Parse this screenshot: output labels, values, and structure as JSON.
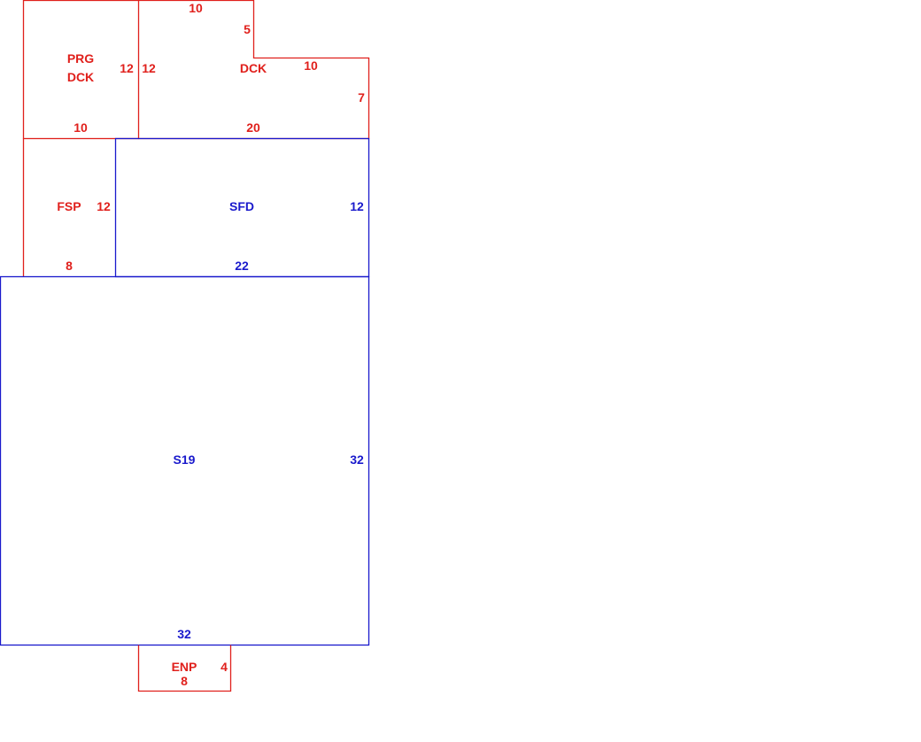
{
  "colors": {
    "red": "#e0201c",
    "blue": "#1a1acc"
  },
  "areas": {
    "prg_dck": {
      "label_line1": "PRG",
      "label_line2": "DCK",
      "dim_right": "12",
      "dim_bottom": "10"
    },
    "dck": {
      "label": "DCK",
      "dim_left": "12",
      "dim_top": "10",
      "dim_step_vertical": "5",
      "dim_step_horizontal": "10",
      "dim_right": "7",
      "dim_bottom": "20"
    },
    "fsp": {
      "label": "FSP",
      "dim_right": "12",
      "dim_bottom": "8"
    },
    "sfd": {
      "label": "SFD",
      "dim_right": "12",
      "dim_bottom": "22"
    },
    "s19": {
      "label": "S19",
      "dim_right": "32",
      "dim_bottom": "32"
    },
    "enp": {
      "label": "ENP",
      "dim_right": "4",
      "dim_bottom": "8"
    }
  }
}
